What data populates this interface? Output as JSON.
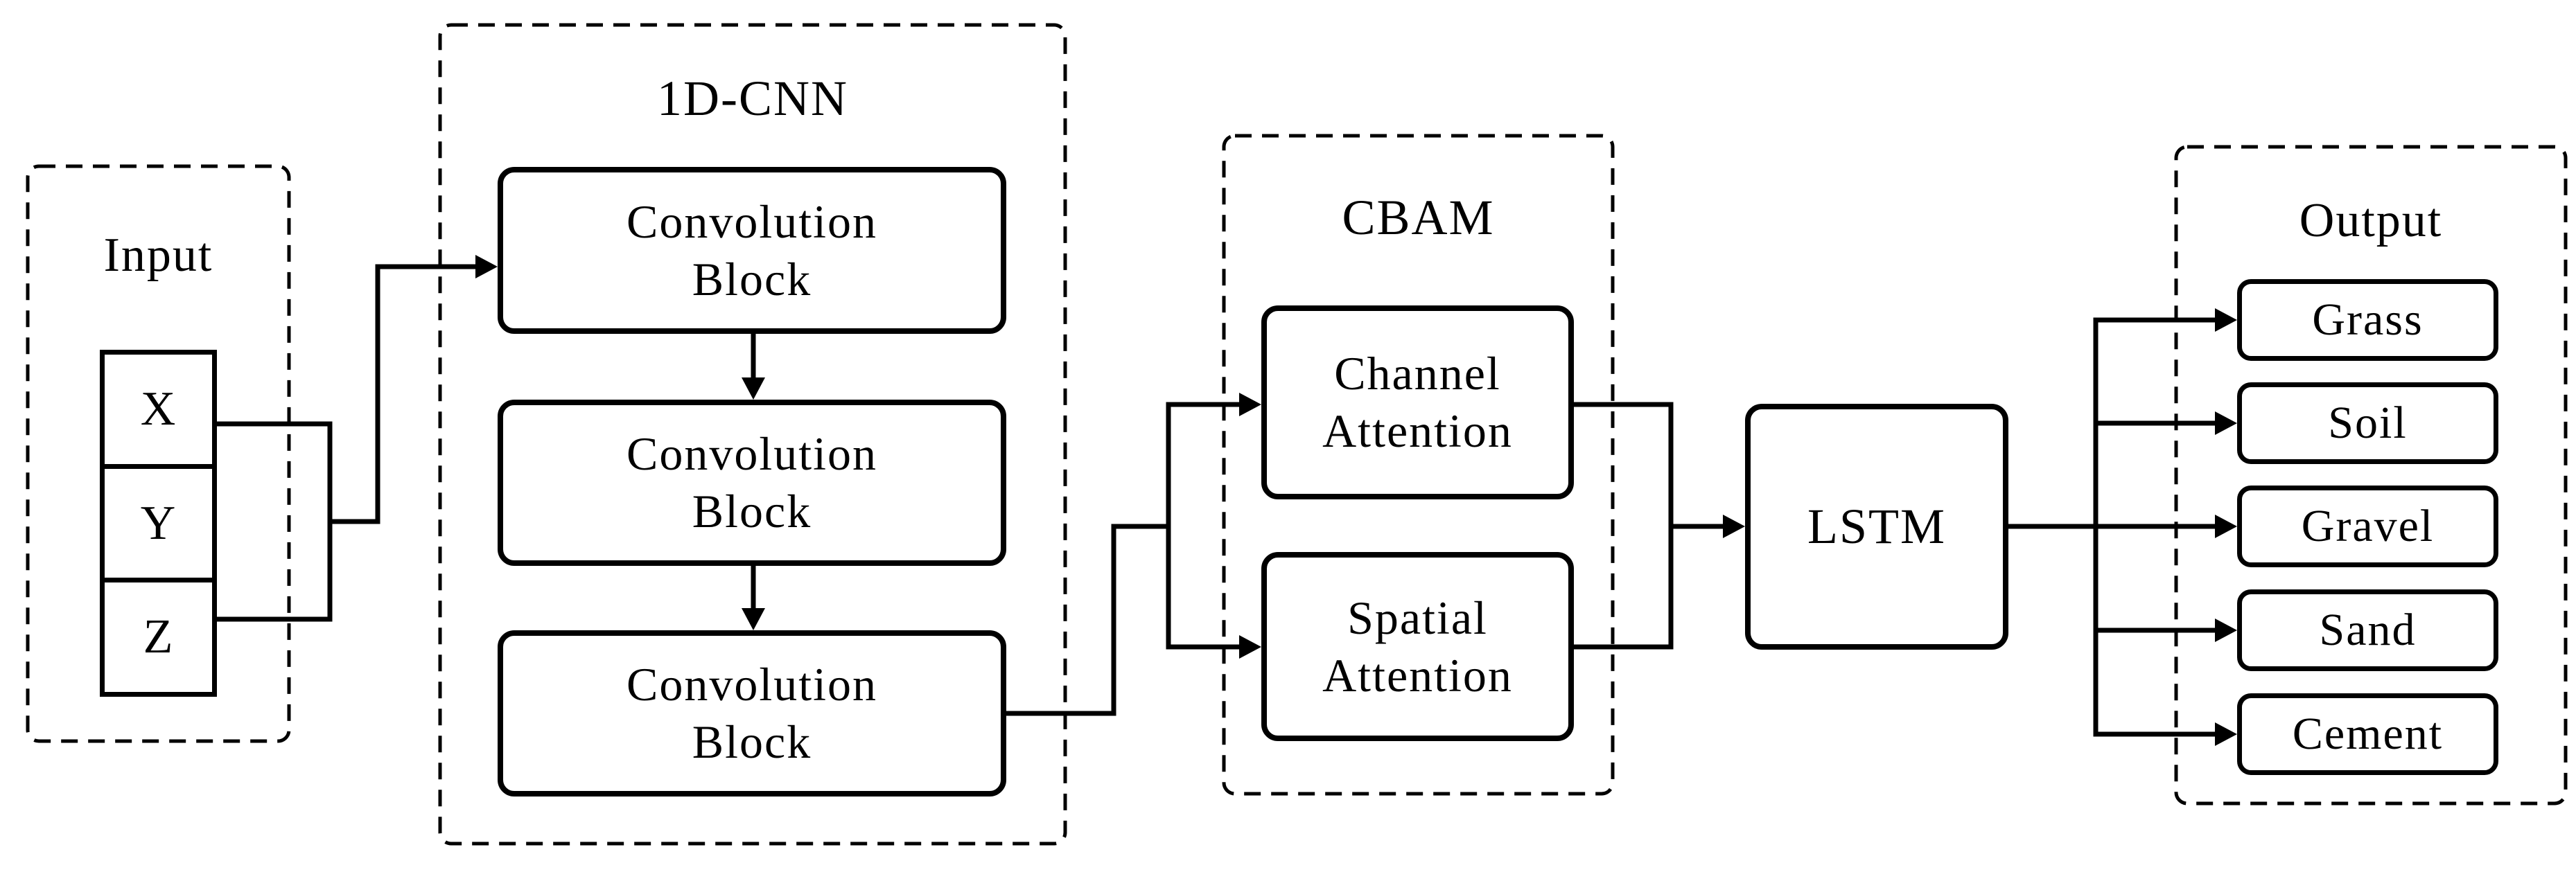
{
  "figure": {
    "type": "architecture-diagram",
    "colors": {
      "ink": "#000000",
      "background": "#ffffff"
    },
    "input": {
      "title": "Input",
      "channels": [
        {
          "label": "X"
        },
        {
          "label": "Y"
        },
        {
          "label": "Z"
        }
      ]
    },
    "cnn": {
      "title": "1D-CNN",
      "blocks": [
        {
          "label": "Convolution Block"
        },
        {
          "label": "Convolution Block"
        },
        {
          "label": "Convolution Block"
        }
      ]
    },
    "cbam": {
      "title": "CBAM",
      "modules": [
        {
          "label": "Channel Attention"
        },
        {
          "label": "Spatial Attention"
        }
      ]
    },
    "lstm": {
      "label": "LSTM"
    },
    "output": {
      "title": "Output",
      "classes": [
        {
          "label": "Grass"
        },
        {
          "label": "Soil"
        },
        {
          "label": "Gravel"
        },
        {
          "label": "Sand"
        },
        {
          "label": "Cement"
        }
      ]
    }
  }
}
